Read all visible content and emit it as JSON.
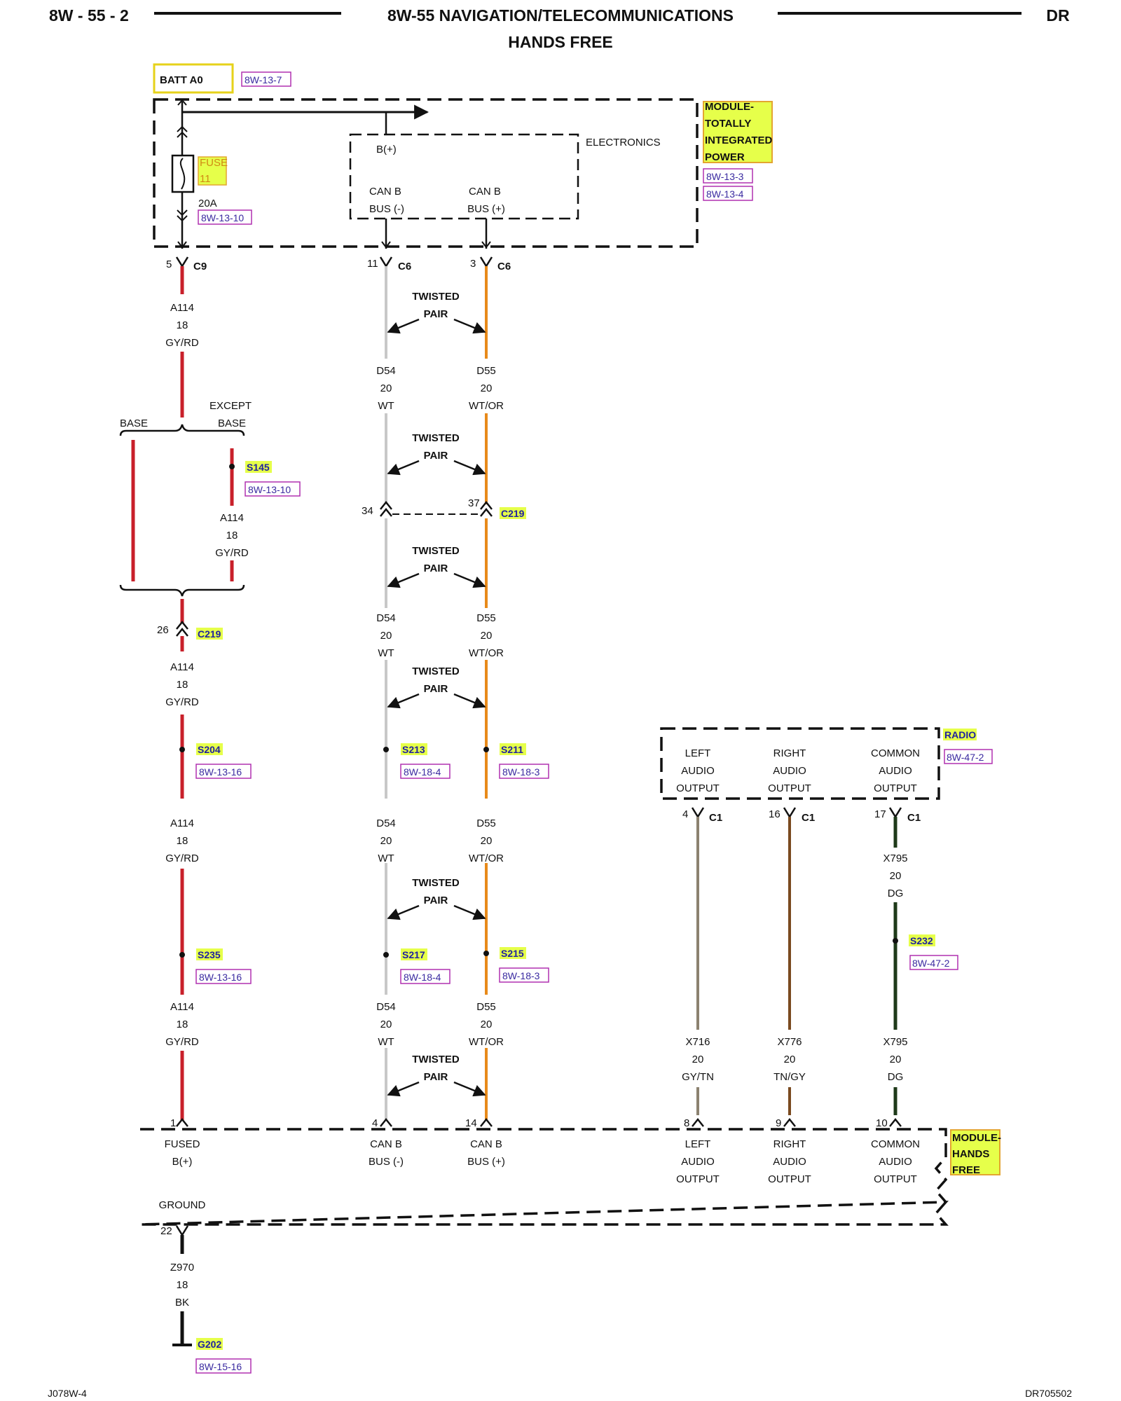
{
  "header": {
    "page_code": "8W - 55 - 2",
    "title": "8W-55 NAVIGATION/TELECOMMUNICATIONS",
    "subtitle": "HANDS FREE",
    "region": "DR"
  },
  "footer": {
    "left_code": "J078W-4",
    "right_code": "DR705502"
  },
  "colors": {
    "red": "#c8202a",
    "white": "#c8c8c8",
    "orange": "#e88a1a",
    "gray_tan": "#8c8270",
    "tan_gray": "#7a4a20",
    "dark_green": "#1f3a1a",
    "black": "#111111",
    "highlight": "#e6ff4a",
    "label_border": "#e3a530"
  },
  "power_source": {
    "label": "BATT A0",
    "ref": "8W-13-7"
  },
  "tipm": {
    "name": [
      "MODULE-",
      "TOTALLY",
      "INTEGRATED",
      "POWER"
    ],
    "refs": [
      "8W-13-3",
      "8W-13-4"
    ],
    "fuse": {
      "label": [
        "FUSE",
        "11"
      ],
      "rating": "20A",
      "ref": "8W-13-10"
    },
    "electronics": {
      "label": "ELECTRONICS",
      "bplus": "B(+)",
      "can_minus": [
        "CAN B",
        "BUS (-)"
      ],
      "can_plus": [
        "CAN B",
        "BUS (+)"
      ]
    }
  },
  "connectors": {
    "c9": {
      "name": "C9",
      "pin": "5"
    },
    "c6_minus": {
      "name": "C6",
      "pin": "11"
    },
    "c6_plus": {
      "name": "C6",
      "pin": "3"
    },
    "c219_can": {
      "name": "C219",
      "pin_minus": "34",
      "pin_plus": "37"
    },
    "c219_power": {
      "name": "C219",
      "pin": "26"
    },
    "radio_c1": [
      {
        "name": "C1",
        "pin": "4"
      },
      {
        "name": "C1",
        "pin": "16"
      },
      {
        "name": "C1",
        "pin": "17"
      }
    ],
    "hf_pins": [
      "1",
      "4",
      "14",
      "8",
      "9",
      "10"
    ],
    "ground_pin": "22"
  },
  "twisted_pair": [
    "TWISTED",
    "PAIR"
  ],
  "base_split": {
    "base": "BASE",
    "except": [
      "EXCEPT",
      "BASE"
    ]
  },
  "wires": {
    "a114": [
      "A114",
      "18",
      "GY/RD"
    ],
    "d54": [
      "D54",
      "20",
      "WT"
    ],
    "d55": [
      "D55",
      "20",
      "WT/OR"
    ],
    "x716": [
      "X716",
      "20",
      "GY/TN"
    ],
    "x776": [
      "X776",
      "20",
      "TN/GY"
    ],
    "x795": [
      "X795",
      "20",
      "DG"
    ],
    "z970": [
      "Z970",
      "18",
      "BK"
    ]
  },
  "splices": {
    "s145": {
      "name": "S145",
      "ref": "8W-13-10"
    },
    "s204": {
      "name": "S204",
      "ref": "8W-13-16"
    },
    "s213": {
      "name": "S213",
      "ref": "8W-18-4"
    },
    "s211": {
      "name": "S211",
      "ref": "8W-18-3"
    },
    "s235": {
      "name": "S235",
      "ref": "8W-13-16"
    },
    "s217": {
      "name": "S217",
      "ref": "8W-18-4"
    },
    "s215": {
      "name": "S215",
      "ref": "8W-18-3"
    },
    "s232": {
      "name": "S232",
      "ref": "8W-47-2"
    }
  },
  "radio": {
    "name": "RADIO",
    "ref": "8W-47-2",
    "outputs": [
      [
        "LEFT",
        "AUDIO",
        "OUTPUT"
      ],
      [
        "RIGHT",
        "AUDIO",
        "OUTPUT"
      ],
      [
        "COMMON",
        "AUDIO",
        "OUTPUT"
      ]
    ]
  },
  "hands_free": {
    "name": [
      "MODULE-",
      "HANDS",
      "FREE"
    ],
    "fused": [
      "FUSED",
      "B(+)"
    ],
    "can_minus": [
      "CAN B",
      "BUS (-)"
    ],
    "can_plus": [
      "CAN B",
      "BUS (+)"
    ],
    "left": [
      "LEFT",
      "AUDIO",
      "OUTPUT"
    ],
    "right": [
      "RIGHT",
      "AUDIO",
      "OUTPUT"
    ],
    "common": [
      "COMMON",
      "AUDIO",
      "OUTPUT"
    ],
    "ground": "GROUND"
  },
  "ground_point": {
    "name": "G202",
    "ref": "8W-15-16"
  }
}
